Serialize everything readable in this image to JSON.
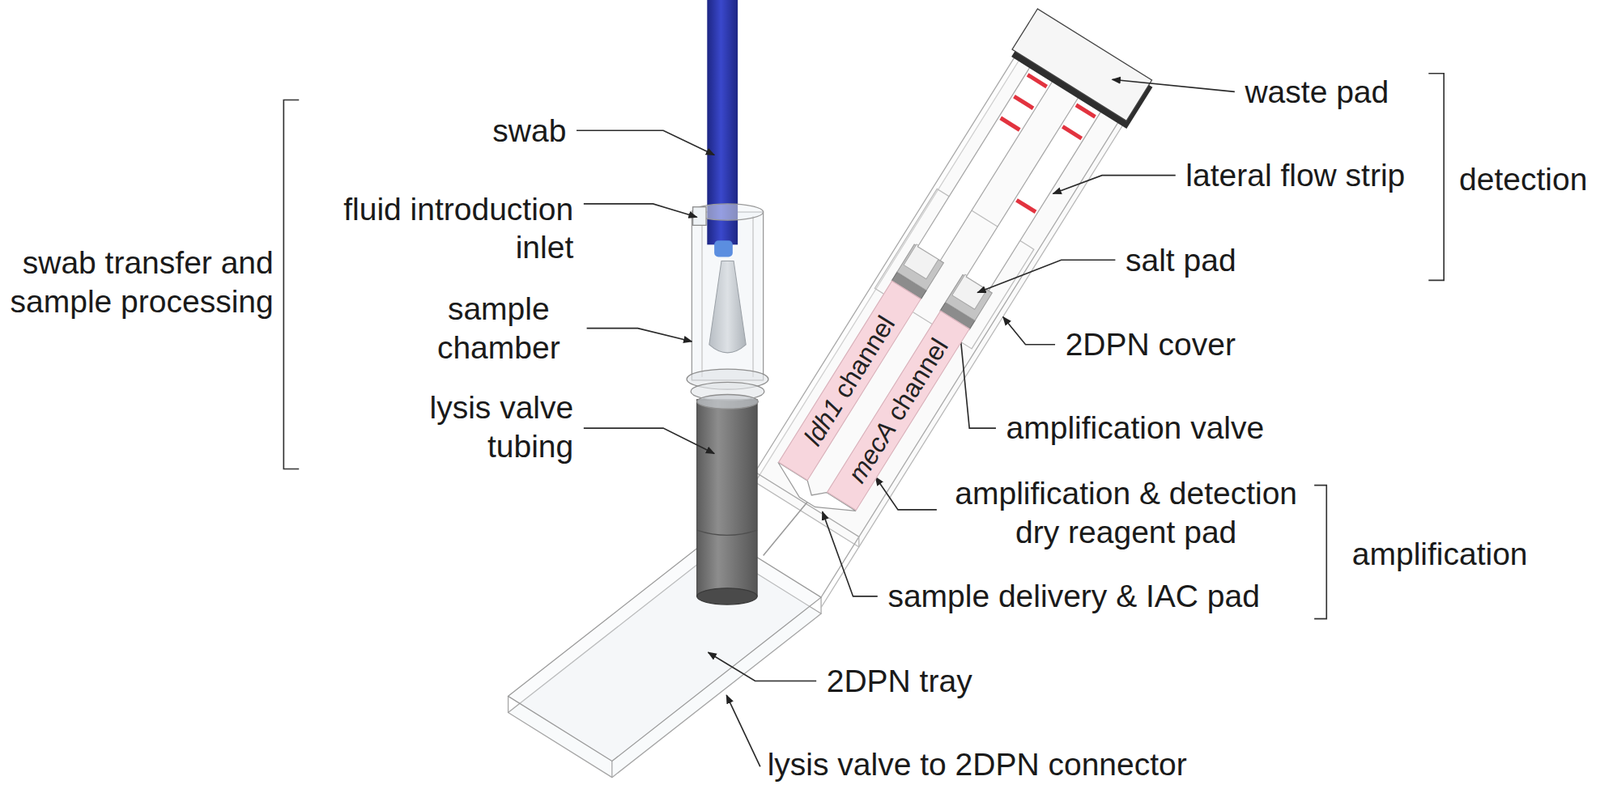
{
  "diagram": {
    "nodes": [
      {
        "text": [
          "ldh1 channel"
        ]
      },
      {
        "text": [
          "mecA channel"
        ]
      }
    ],
    "labels": [
      "swab transfer and sample processing",
      "swab",
      "fluid introduction inlet",
      "sample chamber",
      "lysis valve tubing",
      "waste pad",
      "lateral flow strip",
      "detection",
      "salt pad",
      "2DPN cover",
      "amplification valve",
      "amplification & detection dry reagent pad",
      "amplification",
      "sample delivery & IAC pad",
      "2DPN tray",
      "lysis valve to 2DPN connector"
    ]
  }
}
